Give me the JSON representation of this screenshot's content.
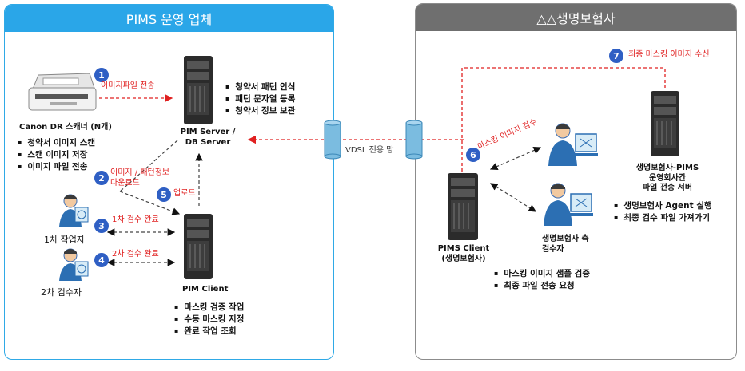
{
  "left_panel": {
    "title": "PIMS  운영 업체",
    "scanner_label": "Canon DR 스캐너 (N개)",
    "scanner_bullets": [
      "청약서 이미지 스캔",
      "스캔 이미지 저장",
      "이미지 파일 전송"
    ],
    "server_label_1": "PIM Server /",
    "server_label_2": "DB Server",
    "server_bullets": [
      "청약서 패턴 인식",
      "패턴 문자열 등록",
      "청약서 정보 보관"
    ],
    "client_label": "PIM Client",
    "client_bullets": [
      "마스킹 검증 작업",
      "수동 마스킹 지정",
      "완료 작업 조회"
    ],
    "worker1_label": "1차 작업자",
    "worker2_label": "2차 검수자",
    "step1_num": "1",
    "step1_text": "이미지파일 전송",
    "step2_num": "2",
    "step2_text_1": "이미지 / 패턴정보",
    "step2_text_2": "다운로드",
    "step3_num": "3",
    "step3_text": "1차 검수 완료",
    "step4_num": "4",
    "step4_text": "2차 검수 완료",
    "step5_num": "5",
    "step5_text": "업로드"
  },
  "link": {
    "vdsl_label": "VDSL 전용 망"
  },
  "right_panel": {
    "title": "△△생명보험사",
    "step7_num": "7",
    "step7_text": "최종 마스킹 이미지 수신",
    "step6_num": "6",
    "step6_text": "마스킹 이미지 검수",
    "insurer_server_label_1": "생명보험사-PIMS",
    "insurer_server_label_2": "운영회사간",
    "insurer_server_label_3": "파일 전송 서버",
    "insurer_server_bullets": [
      "생명보험사 Agent 실행",
      "최종 검수 파일 가져가기"
    ],
    "pims_client_label_1": "PIMS Client",
    "pims_client_label_2": "(생명보험사)",
    "pims_client_bullets": [
      "마스킹 이미지 샘플 검증",
      "최종 파일 전송 요청"
    ],
    "reviewer_label_1": "생명보험사 측",
    "reviewer_label_2": "검수자"
  },
  "colors": {
    "left_accent": "#2aa6e8",
    "right_accent": "#6f6f6f",
    "arrow_red": "#e02020",
    "badge_blue": "#2f5fc4"
  }
}
